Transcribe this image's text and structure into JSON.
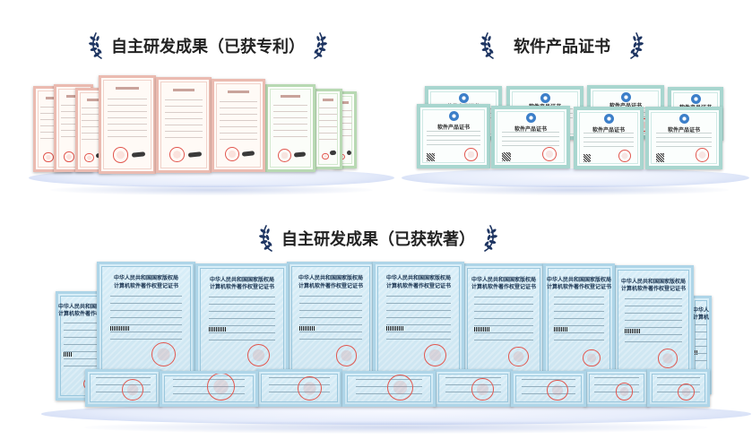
{
  "sections": {
    "patents": {
      "title": "自主研发成果（已获专利）"
    },
    "software_products": {
      "title": "软件产品证书"
    },
    "copyrights": {
      "title": "自主研发成果（已获软著）"
    }
  },
  "certificates": {
    "software_product": {
      "title": "软件产品证书"
    },
    "copyright": {
      "authority": "中华人民共和国国家版权局",
      "title": "计算机软件著作权登记证书"
    }
  },
  "icons": {
    "title_decoration": "laurel-icon",
    "seal": "official-seal-icon"
  },
  "colors": {
    "title_text": "#222222",
    "laurel": "#1d3461",
    "patent_border": "#ebbbb1",
    "product_border": "#a8d6cf",
    "copyright_background": "#d8eef8",
    "seal": "#e2574f",
    "platform": "#e7edfb"
  }
}
